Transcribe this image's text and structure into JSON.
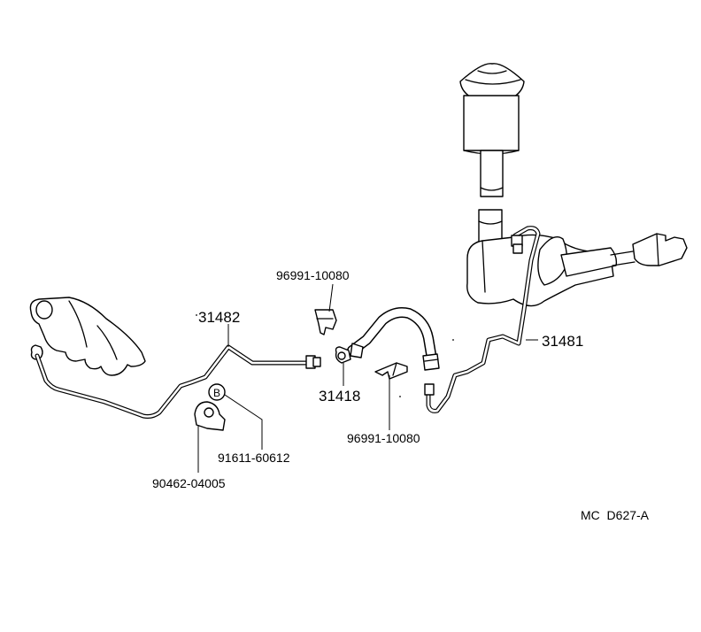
{
  "labels": {
    "p31482": "31482",
    "p31481": "31481",
    "p31418": "31418",
    "p96991_top": "96991-10080",
    "p96991_bottom": "96991-10080",
    "p91611": "91611-60612",
    "p90462": "90462-04005",
    "clamp_mark": "B",
    "diagram_code": "MC  D627-A"
  }
}
